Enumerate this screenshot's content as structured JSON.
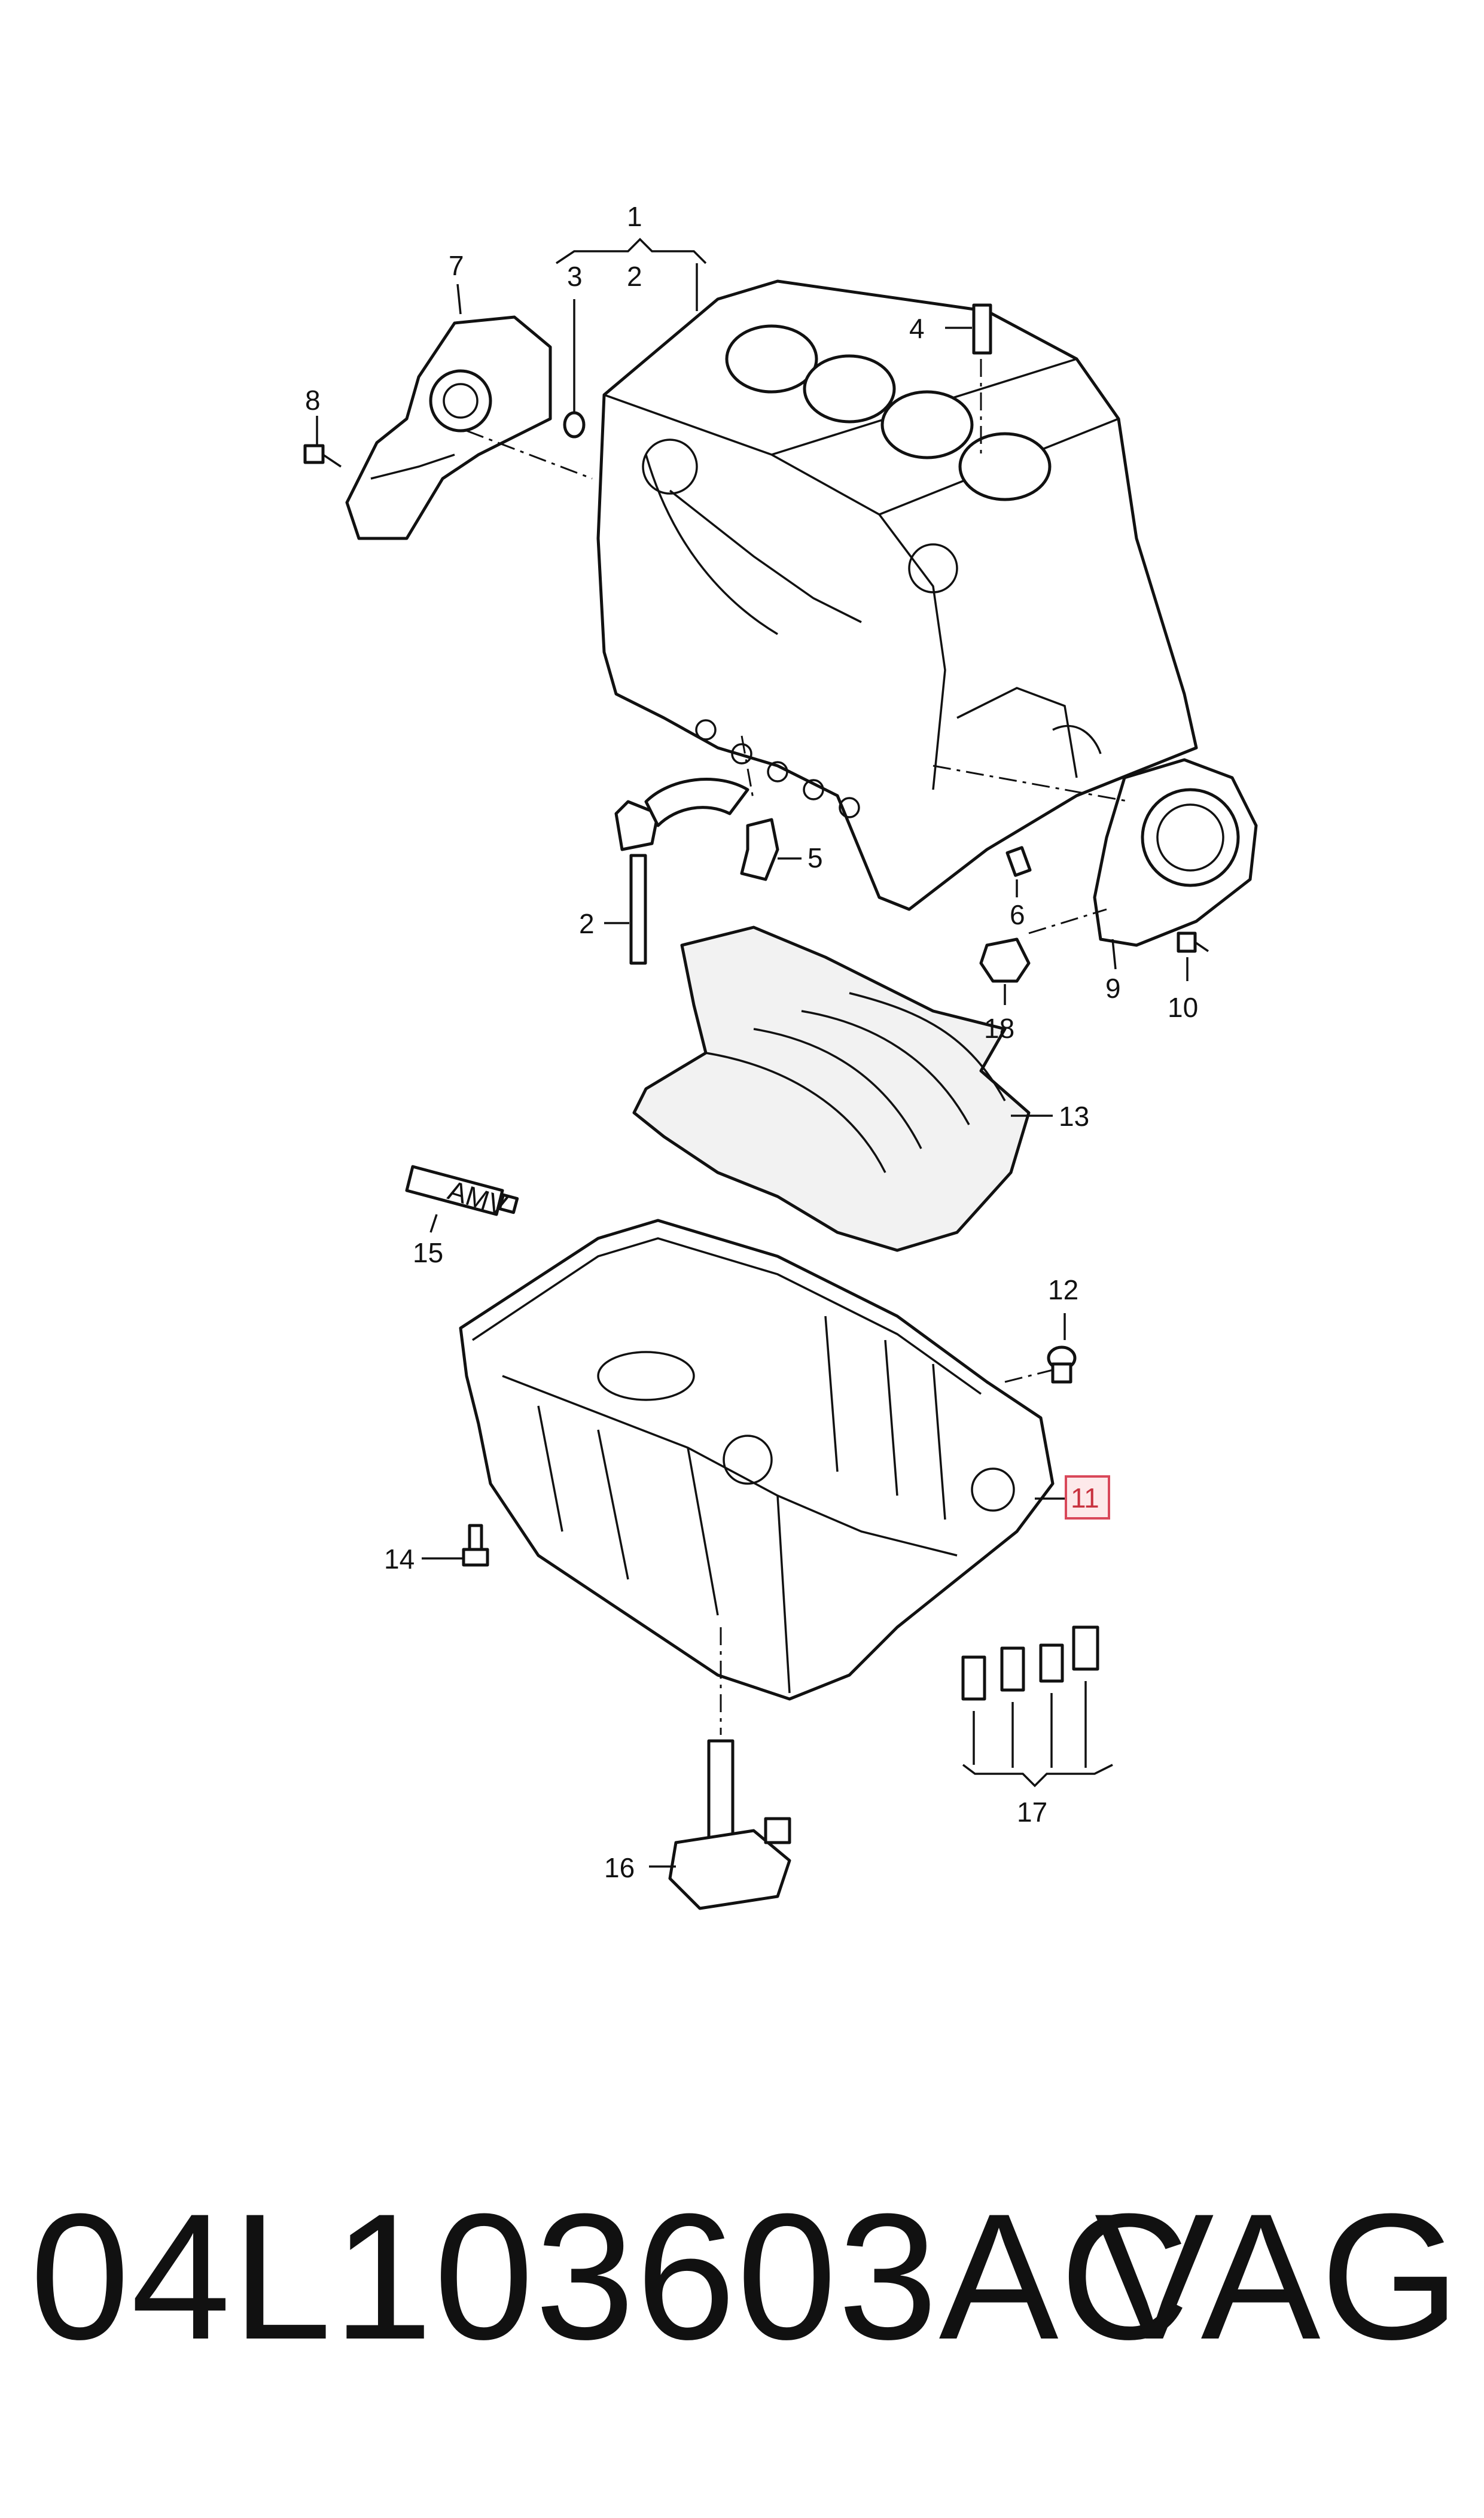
{
  "diagram": {
    "callouts": {
      "c1": "1",
      "c2a": "2",
      "c2b": "2",
      "c3": "3",
      "c4": "4",
      "c5": "5",
      "c6": "6",
      "c7": "7",
      "c8": "8",
      "c9": "9",
      "c10": "10",
      "c11": "11",
      "c12": "12",
      "c13": "13",
      "c14": "14",
      "c15": "15",
      "c16": "16",
      "c17": "17",
      "c18": "18"
    },
    "tube_label": "AMV",
    "highlighted_callout": "11",
    "highlight_color": "#d9485a"
  },
  "footer": {
    "part_number": "04L103603AC",
    "brand": "VAG"
  }
}
